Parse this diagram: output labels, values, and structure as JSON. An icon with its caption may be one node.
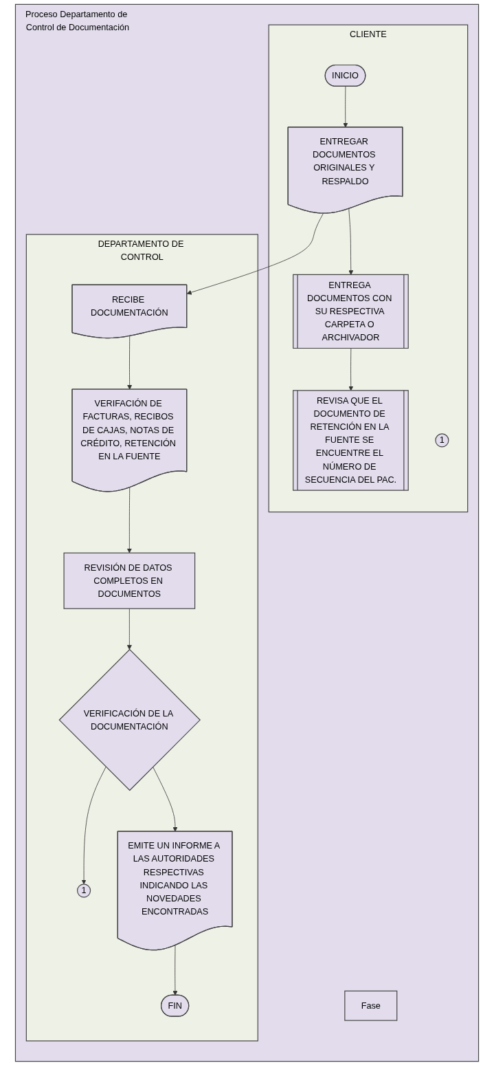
{
  "diagram": {
    "nodes": [
      {
        "text": [
          "Proceso Departamento de Control de Documentación"
        ]
      },
      {
        "text": [
          "Fase"
        ],
        "in": 0
      },
      {
        "text": [
          "CLIENTE"
        ],
        "in": 0
      },
      {
        "text": [
          "DEPARTAMENTO DE CONTROL"
        ],
        "in": 0
      },
      {
        "text": [
          "INICIO"
        ],
        "in": 2
      },
      {
        "text": [
          "ENTREGAR DOCUMENTOS ORIGINALES Y RESPALDO"
        ],
        "in": 2
      },
      {
        "text": [
          "1"
        ],
        "in": 2
      },
      {
        "text": [
          "ENTREGA DOCUMENTOS CON SU RESPECTIVA CARPETA O ARCHIVADOR"
        ],
        "in": 2
      },
      {
        "text": [
          "REVISA QUE EL DOCUMENTO DE RETENCIÓN EN LA FUENTE SE ENCUENTRE EL NÚMERO DE SECUENCIA DEL PAC."
        ],
        "in": 2
      },
      {
        "text": [
          "RECIBE DOCUMENTACIÓN"
        ],
        "in": 3
      },
      {
        "text": [
          "VERIFACIÓN DE FACTURAS, RECIBOS DE CAJAS, NOTAS DE CRÉDITO, RETENCIÓN EN LA FUENTE"
        ],
        "in": 3
      },
      {
        "text": [
          "REVISIÓN DE DATOS COMPLETOS EN DOCUMENTOS"
        ],
        "in": 3
      },
      {
        "text": [
          "VERIFICACIÓN DE LA DOCUMENTACIÓN"
        ],
        "in": 3
      },
      {
        "text": [
          "1"
        ],
        "in": 3
      },
      {
        "text": [
          "EMITE UN INFORME A LAS AUTORIDADES RESPECTIVAS INDICANDO LAS NOVEDADES ENCONTRADAS"
        ],
        "in": 3
      },
      {
        "text": [
          "FIN"
        ],
        "in": 3
      }
    ],
    "edges": [
      {
        "from": 4,
        "to": 5,
        "arrow": "to"
      },
      {
        "from": 5,
        "to": 9,
        "arrow": "to"
      },
      {
        "from": 5,
        "to": 7,
        "arrow": "to"
      },
      {
        "from": 7,
        "to": 8,
        "arrow": "to"
      },
      {
        "from": 9,
        "to": 10,
        "arrow": "to"
      },
      {
        "from": 10,
        "to": 11,
        "arrow": "to"
      },
      {
        "from": 11,
        "to": 12,
        "arrow": "to"
      },
      {
        "from": 12,
        "to": 13,
        "arrow": "to"
      },
      {
        "from": 12,
        "to": 14,
        "arrow": "to"
      },
      {
        "from": 14,
        "to": 15,
        "arrow": "to"
      }
    ]
  }
}
